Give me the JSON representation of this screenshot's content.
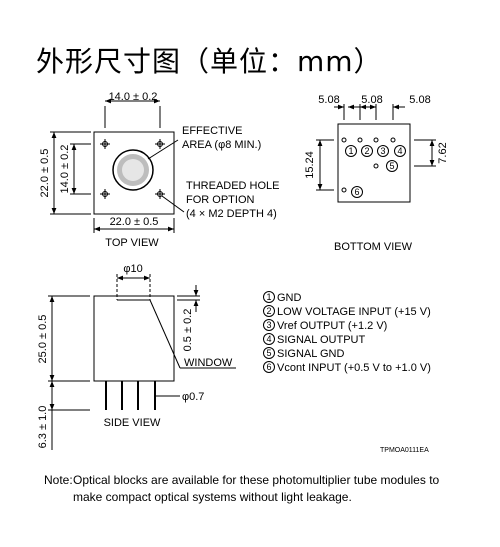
{
  "title": "外形尺寸图（单位：mm）",
  "top_view": {
    "dim_top": "14.0 ± 0.2",
    "dim_left_outer": "22.0 ± 0.5",
    "dim_left_inner": "14.0 ± 0.2",
    "dim_bottom": "22.0 ± 0.5",
    "callout_area_1": "EFFECTIVE",
    "callout_area_2": "AREA (φ8 MIN.)",
    "callout_hole_1": "THREADED HOLE",
    "callout_hole_2": "FOR OPTION",
    "callout_hole_3": "(4 × M2 DEPTH 4)",
    "label": "TOP VIEW"
  },
  "bottom_view": {
    "dim_1": "5.08",
    "dim_2": "5.08",
    "dim_3": "5.08",
    "dim_left": "15.24",
    "dim_right": "7.62",
    "pins": [
      "1",
      "2",
      "3",
      "4",
      "5",
      "6"
    ],
    "label": "BOTTOM VIEW"
  },
  "side_view": {
    "dim_window": "φ10",
    "dim_height": "25.0 ± 0.5",
    "dim_window_depth": "0.5 ± 0.2",
    "callout_window": "WINDOW",
    "dim_pin": "φ0.7",
    "dim_pin_length": "6.3 ± 1.0",
    "label": "SIDE VIEW"
  },
  "legend": [
    {
      "num": "1",
      "text": "GND"
    },
    {
      "num": "2",
      "text": "LOW VOLTAGE INPUT (+15 V)"
    },
    {
      "num": "3",
      "text": "Vref OUTPUT (+1.2 V)"
    },
    {
      "num": "4",
      "text": "SIGNAL OUTPUT"
    },
    {
      "num": "5",
      "text": "SIGNAL GND"
    },
    {
      "num": "6",
      "text": "Vcont INPUT (+0.5 V to +1.0 V)"
    }
  ],
  "drawing_code": "TPMOA0111EA",
  "note": {
    "label": "Note:",
    "text": "Optical blocks are available for these photomultiplier tube modules to make compact optical systems without light leakage."
  }
}
